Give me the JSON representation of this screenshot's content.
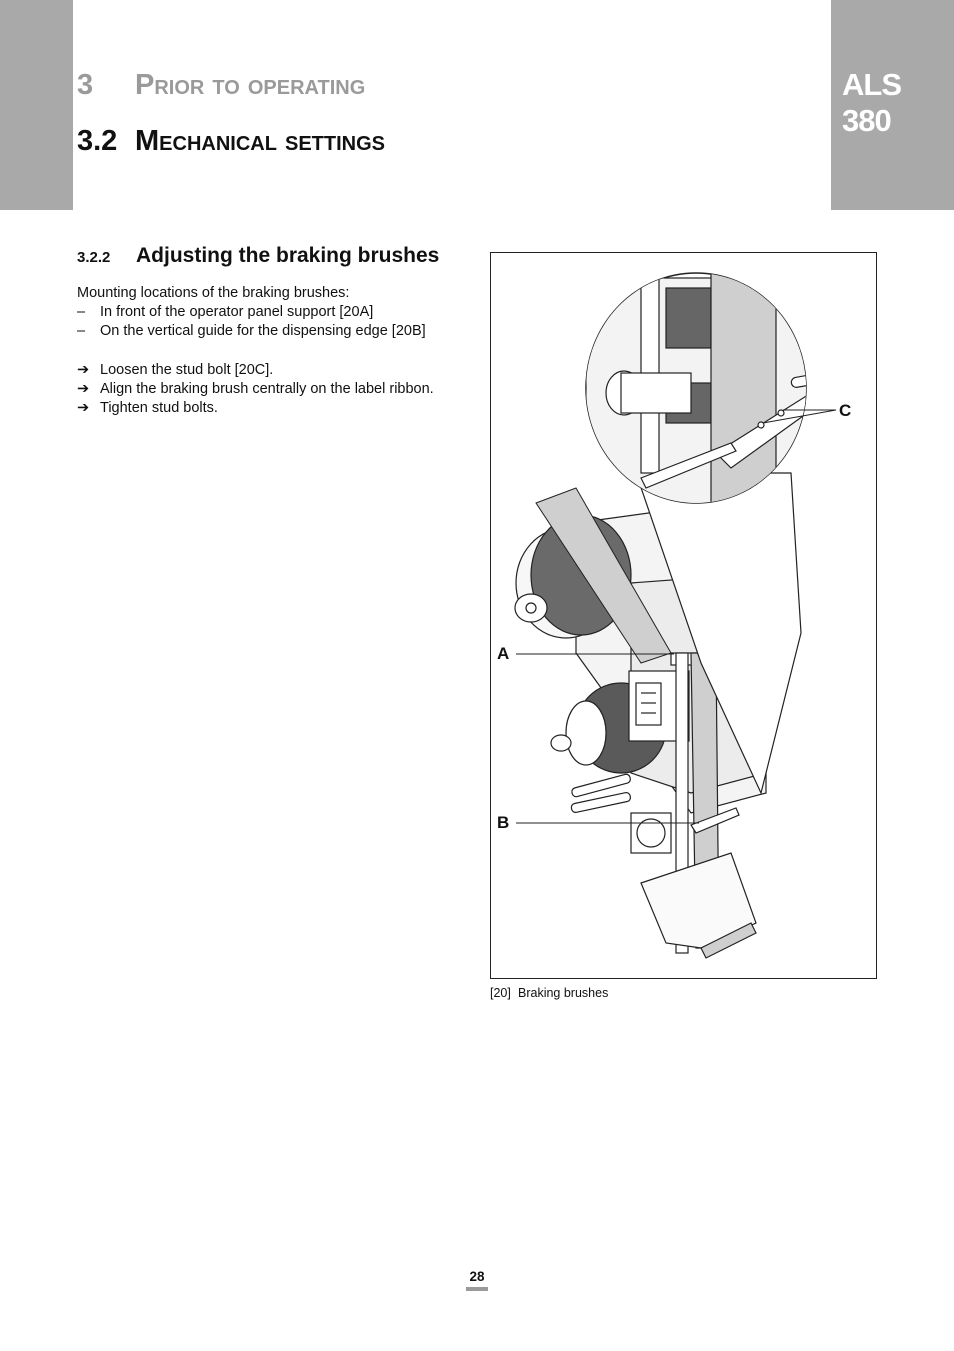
{
  "header": {
    "chapter_number": "3",
    "chapter_title": "Prior to operating",
    "section_number": "3.2",
    "section_title": "Mechanical settings",
    "model_name": "ALS",
    "model_number": "380"
  },
  "subsection": {
    "number": "3.2.2",
    "title": "Adjusting the braking brushes"
  },
  "intro": {
    "text": "Mounting locations of the braking brushes:",
    "items": [
      {
        "marker": "–",
        "text": "In front of the operator panel support [20A]"
      },
      {
        "marker": "–",
        "text": "On the vertical guide for the dispensing edge [20B]"
      }
    ]
  },
  "steps": [
    {
      "marker": "➔",
      "text": "Loosen the stud bolt [20C]."
    },
    {
      "marker": "➔",
      "text": "Align the braking brush centrally on the label ribbon."
    },
    {
      "marker": "➔",
      "text": "Tighten stud bolts."
    }
  ],
  "figure": {
    "callouts": [
      "A",
      "B",
      "C"
    ],
    "caption_number": "[20]",
    "caption_text": "Braking brushes"
  },
  "page_number": "28",
  "colors": {
    "band": "#a9a9a9",
    "chapter_text": "#9a9a9a",
    "ribbon": "#cfcfcf",
    "roll": "#555555"
  }
}
